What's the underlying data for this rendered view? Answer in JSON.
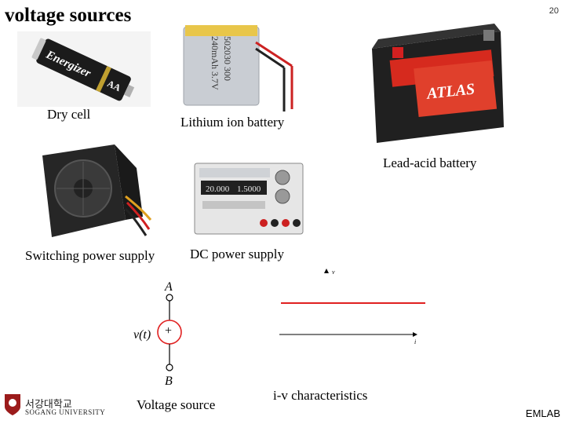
{
  "slide": {
    "title": "voltage sources",
    "page_number": "20",
    "footer_right": "EMLAB"
  },
  "images": {
    "dry_cell": {
      "caption": "Dry cell",
      "brand_text": "Energizer",
      "label_text": "AA"
    },
    "lithium": {
      "caption": "Lithium ion battery",
      "label_lines": [
        "502030 300",
        "240mAh 3.7V"
      ]
    },
    "lead_acid": {
      "caption": "Lead-acid battery",
      "brand_text": "ATLAS"
    },
    "switching": {
      "caption": "Switching power supply"
    },
    "dc_supply": {
      "caption": "DC power supply",
      "display_left": "20.000",
      "display_right": "1.5000"
    }
  },
  "circuit": {
    "caption": "Voltage source",
    "top_node": "A",
    "bottom_node": "B",
    "source_label": "v(t)",
    "plus_sign": "+"
  },
  "iv_plot": {
    "caption": "i-v characteristics",
    "y_axis_label": "v",
    "x_axis_label": "i",
    "line_color": "#e02020"
  },
  "logo": {
    "korean_name": "서강대학교",
    "english_name": "SOGANG UNIVERSITY"
  }
}
